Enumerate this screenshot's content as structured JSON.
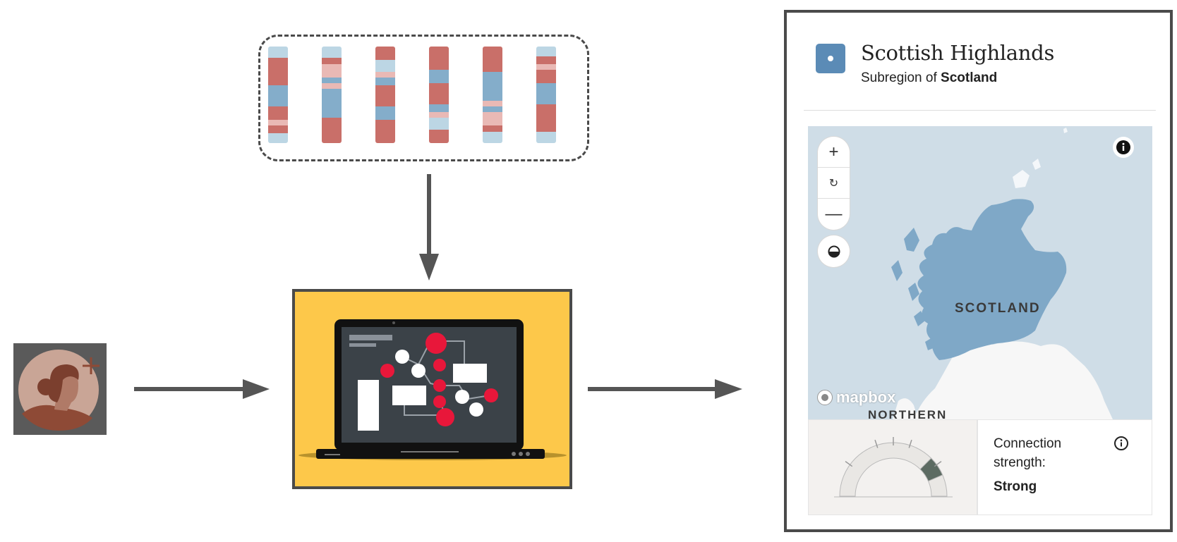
{
  "user": {
    "icon": "user-add-icon"
  },
  "dna": {
    "strips": [
      [
        [
          "#bcd6e4",
          0.12
        ],
        [
          "#c96f69",
          0.28
        ],
        [
          "#84adca",
          0.22
        ],
        [
          "#c96f69",
          0.14
        ],
        [
          "#e9b9b5",
          0.06
        ],
        [
          "#c96f69",
          0.08
        ],
        [
          "#bcd6e4",
          0.1
        ]
      ],
      [
        [
          "#bcd6e4",
          0.12
        ],
        [
          "#c96f69",
          0.06
        ],
        [
          "#e9b9b5",
          0.14
        ],
        [
          "#84adca",
          0.06
        ],
        [
          "#e9b9b5",
          0.06
        ],
        [
          "#84adca",
          0.3
        ],
        [
          "#c96f69",
          0.26
        ]
      ],
      [
        [
          "#c96f69",
          0.14
        ],
        [
          "#bcd6e4",
          0.12
        ],
        [
          "#e9b9b5",
          0.06
        ],
        [
          "#84adca",
          0.08
        ],
        [
          "#c96f69",
          0.22
        ],
        [
          "#84adca",
          0.14
        ],
        [
          "#c96f69",
          0.24
        ]
      ],
      [
        [
          "#c96f69",
          0.24
        ],
        [
          "#84adca",
          0.14
        ],
        [
          "#c96f69",
          0.22
        ],
        [
          "#84adca",
          0.08
        ],
        [
          "#e9b9b5",
          0.06
        ],
        [
          "#bcd6e4",
          0.12
        ],
        [
          "#c96f69",
          0.14
        ]
      ],
      [
        [
          "#c96f69",
          0.26
        ],
        [
          "#84adca",
          0.3
        ],
        [
          "#e9b9b5",
          0.06
        ],
        [
          "#84adca",
          0.06
        ],
        [
          "#e9b9b5",
          0.14
        ],
        [
          "#c96f69",
          0.06
        ],
        [
          "#bcd6e4",
          0.12
        ]
      ],
      [
        [
          "#bcd6e4",
          0.1
        ],
        [
          "#c96f69",
          0.08
        ],
        [
          "#e9b9b5",
          0.06
        ],
        [
          "#c96f69",
          0.14
        ],
        [
          "#84adca",
          0.22
        ],
        [
          "#c96f69",
          0.28
        ],
        [
          "#bcd6e4",
          0.12
        ]
      ]
    ]
  },
  "laptop": {
    "panel_color": "#fdc84a"
  },
  "region": {
    "title": "Scottish Highlands",
    "subtitle_prefix": "Subregion of ",
    "subtitle_country": "Scotland",
    "map_label": "SCOTLAND",
    "map_label_secondary": "NORTHERN",
    "attribution": "mapbox",
    "connection_label": "Connection strength:",
    "connection_value": "Strong",
    "connection_level": 0.8,
    "map_controls": [
      "zoom-in-icon",
      "reset-icon",
      "zoom-out-icon",
      "contrast-icon"
    ],
    "accent": "#5b8bb6",
    "gauge_fill": "#5c6b62"
  }
}
